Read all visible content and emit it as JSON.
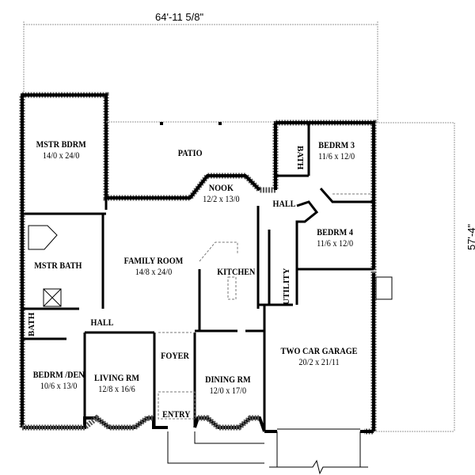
{
  "plan": {
    "dimensions": {
      "width": "64'-11 5/8\"",
      "depth": "57'-4\""
    },
    "rooms": [
      {
        "id": "mstr-bdrm",
        "name": "MSTR BDRM",
        "size": "14/0 x 24/0"
      },
      {
        "id": "patio",
        "name": "PATIO",
        "size": ""
      },
      {
        "id": "nook",
        "name": "NOOK",
        "size": "12/2 x 13/0"
      },
      {
        "id": "bedrm-3",
        "name": "BEDRM 3",
        "size": "11/6 x 12/0"
      },
      {
        "id": "bath-upper",
        "name": "BATH",
        "size": ""
      },
      {
        "id": "hall-right",
        "name": "HALL",
        "size": ""
      },
      {
        "id": "bedrm-4",
        "name": "BEDRM 4",
        "size": "11/6 x 12/0"
      },
      {
        "id": "mstr-bath",
        "name": "MSTR BATH",
        "size": ""
      },
      {
        "id": "family-room",
        "name": "FAMILY ROOM",
        "size": "14/8 x 24/0"
      },
      {
        "id": "kitchen",
        "name": "KITCHEN",
        "size": ""
      },
      {
        "id": "utility",
        "name": "UTILITY",
        "size": ""
      },
      {
        "id": "bath-lower",
        "name": "BATH",
        "size": ""
      },
      {
        "id": "hall-left",
        "name": "HALL",
        "size": ""
      },
      {
        "id": "bedrm-den",
        "name": "BEDRM /DEN",
        "size": "10/6 x 13/0"
      },
      {
        "id": "living-rm",
        "name": "LIVING RM",
        "size": "12/8 x 16/6"
      },
      {
        "id": "foyer",
        "name": "FOYER",
        "size": ""
      },
      {
        "id": "entry",
        "name": "ENTRY",
        "size": ""
      },
      {
        "id": "dining-rm",
        "name": "DINING RM",
        "size": "12/0 x 17/0"
      },
      {
        "id": "garage",
        "name": "TWO CAR GARAGE",
        "size": "20/2 x 21/11"
      }
    ]
  }
}
